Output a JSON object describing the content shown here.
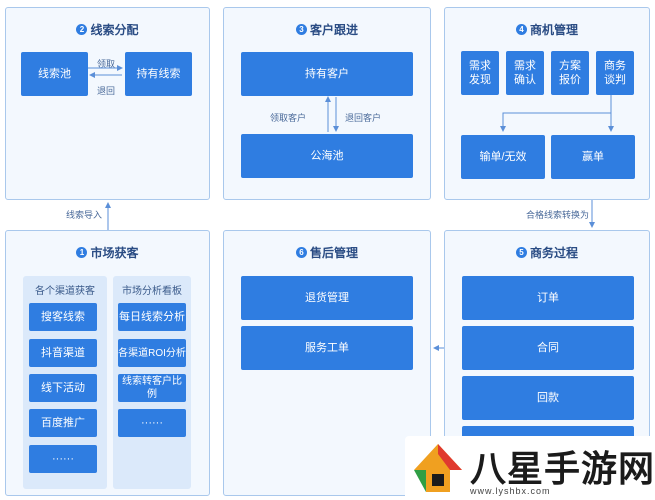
{
  "panels": {
    "leads": {
      "num": "2",
      "title": "线索分配",
      "pool": "线索池",
      "holding": "持有线索",
      "take": "领取",
      "return": "退回"
    },
    "customer": {
      "num": "3",
      "title": "客户跟进",
      "holding": "持有客户",
      "sea": "公海池",
      "take": "领取客户",
      "return": "退回客户"
    },
    "opportunity": {
      "num": "4",
      "title": "商机管理",
      "steps": [
        "需求\n发现",
        "需求\n确认",
        "方案\n报价",
        "商务\n谈判"
      ],
      "lose": "输单/无效",
      "win": "赢单"
    },
    "market": {
      "num": "1",
      "title": "市场获客",
      "channels_title": "各个渠道获客",
      "channels": [
        "搜客线索",
        "抖音渠道",
        "线下活动",
        "百度推广",
        "······"
      ],
      "analysis_title": "市场分析看板",
      "analysis": [
        "每日线索分析",
        "各渠道ROI分析",
        "线索转客户比例",
        "······"
      ]
    },
    "aftersales": {
      "num": "6",
      "title": "售后管理",
      "items": [
        "退货管理",
        "服务工单"
      ]
    },
    "business": {
      "num": "5",
      "title": "商务过程",
      "items": [
        "订单",
        "合同",
        "回款"
      ]
    }
  },
  "connectors": {
    "import": "线索导入",
    "convert": "合格线索转换为"
  },
  "watermark": {
    "text": "八星手游网",
    "url": "www.lyshbx.com"
  }
}
